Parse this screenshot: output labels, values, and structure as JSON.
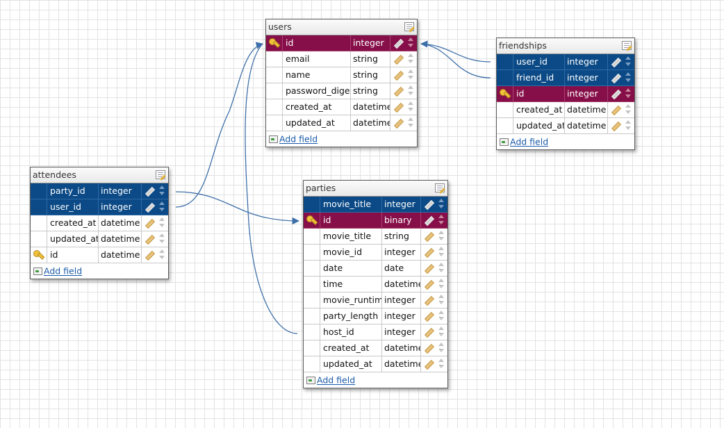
{
  "tables": {
    "users": {
      "title": "users",
      "rows": [
        {
          "name": "id",
          "type": "integer"
        },
        {
          "name": "email",
          "type": "string"
        },
        {
          "name": "name",
          "type": "string"
        },
        {
          "name": "password_digest",
          "type": "string"
        },
        {
          "name": "created_at",
          "type": "datetime"
        },
        {
          "name": "updated_at",
          "type": "datetime"
        }
      ],
      "add_field": "Add field"
    },
    "friendships": {
      "title": "friendships",
      "rows": [
        {
          "name": "user_id",
          "type": "integer"
        },
        {
          "name": "friend_id",
          "type": "integer"
        },
        {
          "name": "id",
          "type": "integer"
        },
        {
          "name": "created_at",
          "type": "datetime"
        },
        {
          "name": "updated_at",
          "type": "datetime"
        }
      ],
      "add_field": "Add field"
    },
    "attendees": {
      "title": "attendees",
      "rows": [
        {
          "name": "party_id",
          "type": "integer"
        },
        {
          "name": "user_id",
          "type": "integer"
        },
        {
          "name": "created_at",
          "type": "datetime"
        },
        {
          "name": "updated_at",
          "type": "datetime"
        },
        {
          "name": "id",
          "type": "datetime"
        }
      ],
      "add_field": "Add field"
    },
    "parties": {
      "title": "parties",
      "rows": [
        {
          "name": "movie_title",
          "type": "integer"
        },
        {
          "name": "id",
          "type": "binary"
        },
        {
          "name": "movie_title",
          "type": "string"
        },
        {
          "name": "movie_id",
          "type": "integer"
        },
        {
          "name": "date",
          "type": "date"
        },
        {
          "name": "time",
          "type": "datetime"
        },
        {
          "name": "movie_runtime",
          "type": "integer"
        },
        {
          "name": "party_length",
          "type": "integer"
        },
        {
          "name": "host_id",
          "type": "integer"
        },
        {
          "name": "created_at",
          "type": "datetime"
        },
        {
          "name": "updated_at",
          "type": "datetime"
        }
      ],
      "add_field": "Add field"
    }
  },
  "colors": {
    "selected_row": "#0b4a86",
    "primary_key_row": "#860f49",
    "link_line": "#3d6fa8",
    "grid": "#e2e2e2"
  },
  "icons": {
    "key": "key-icon",
    "pencil": "pencil-icon",
    "order": "order-arrows-icon",
    "edit_table": "edit-table-icon",
    "add": "add-field-icon"
  }
}
